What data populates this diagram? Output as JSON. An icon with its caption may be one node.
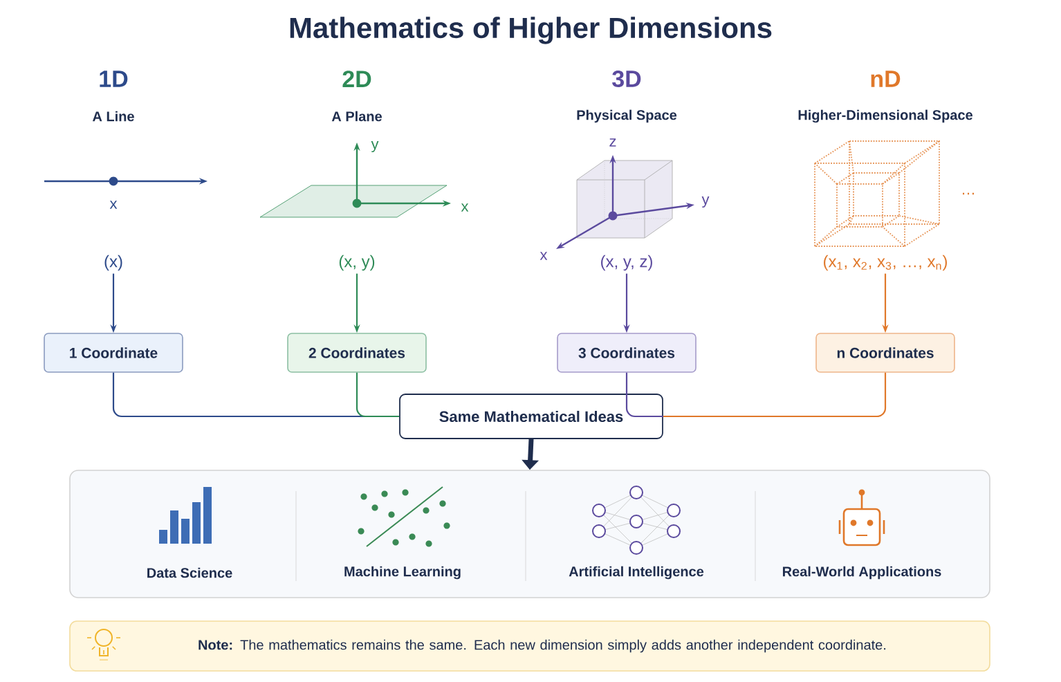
{
  "diagram": {
    "title": "Mathematics of Higher Dimensions",
    "nodes": [
      {
        "text": [
          "(x)"
        ]
      },
      {
        "text": [
          "1 Coordinate"
        ]
      },
      {
        "text": [
          "(x, y)"
        ]
      },
      {
        "text": [
          "2 Coordinates"
        ]
      },
      {
        "text": [
          "(x, y, z)"
        ]
      },
      {
        "text": [
          "3 Coordinates"
        ]
      },
      {
        "text": [
          "(x$_{1}$, x$_{2}$, x$_{3}$, …, x$_{n}$)"
        ]
      },
      {
        "text": [
          "n Coordinates"
        ]
      },
      {
        "text": [
          "Same Mathematical Ideas"
        ]
      },
      {
        "text": [
          "Data Science",
          "Machine Learning",
          "Artificial Intelligence",
          "Real-World Applications"
        ]
      },
      {
        "text": [
          "**Note:** The mathematics remains the same. Each new dimension simply adds another independent coordinate."
        ]
      }
    ],
    "edges": [
      {
        "from": 0,
        "to": 1,
        "arrow": "to",
        "color": "#2d4a8a"
      },
      {
        "from": 2,
        "to": 3,
        "arrow": "to",
        "color": "#2e8b57"
      },
      {
        "from": 4,
        "to": 5,
        "arrow": "to",
        "color": "#5b4a9e"
      },
      {
        "from": 6,
        "to": 7,
        "arrow": "to",
        "color": "#e0782a"
      },
      {
        "from": 1,
        "to": 8,
        "arrow": "none",
        "color": "#2d4a8a"
      },
      {
        "from": 3,
        "to": 8,
        "arrow": "none",
        "color": "#2e8b57"
      },
      {
        "from": 5,
        "to": 8,
        "arrow": "none",
        "color": "#5b4a9e"
      },
      {
        "from": 7,
        "to": 8,
        "arrow": "none",
        "color": "#e0782a"
      },
      {
        "from": 8,
        "to": 9,
        "arrow": "to",
        "style": "thick",
        "color": "#1f2d4d"
      }
    ],
    "labels": [
      "1D",
      "A Line",
      "x",
      "2D",
      "A Plane",
      "y",
      "x",
      "3D",
      "Physical Space",
      "z",
      "y",
      "x",
      "nD",
      "Higher-Dimensional Space",
      "…"
    ]
  }
}
